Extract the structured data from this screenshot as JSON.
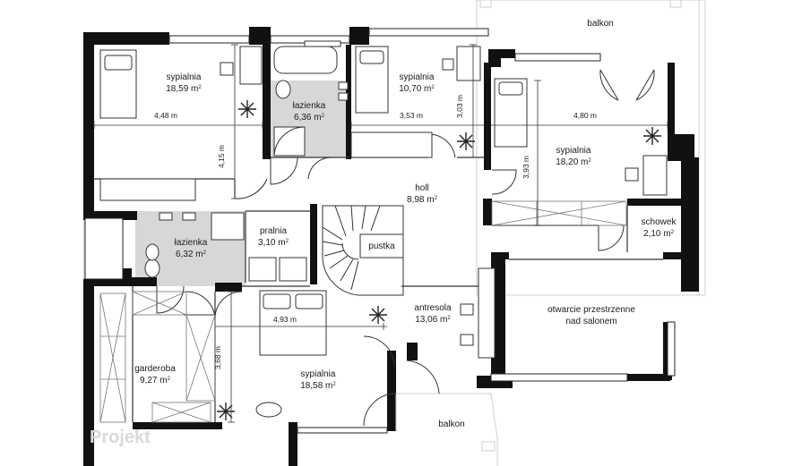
{
  "rooms": [
    {
      "id": "sypialnia-1",
      "name": "sypialnia",
      "area": "18,59 m",
      "unit_sup": "2"
    },
    {
      "id": "lazienka-1",
      "name": "łazienka",
      "area": "6,36 m",
      "unit_sup": "2"
    },
    {
      "id": "sypialnia-2",
      "name": "sypialnia",
      "area": "10,70 m",
      "unit_sup": "2"
    },
    {
      "id": "sypialnia-3",
      "name": "sypialnia",
      "area": "18,20 m",
      "unit_sup": "2"
    },
    {
      "id": "holl",
      "name": "holl",
      "area": "8,98 m",
      "unit_sup": "2"
    },
    {
      "id": "lazienka-2",
      "name": "łazienka",
      "area": "6,32 m",
      "unit_sup": "2"
    },
    {
      "id": "pralnia",
      "name": "pralnia",
      "area": "3,10 m",
      "unit_sup": "2"
    },
    {
      "id": "schowek",
      "name": "schowek",
      "area": "2,10 m",
      "unit_sup": "2"
    },
    {
      "id": "antresola",
      "name": "antresola",
      "area": "13,06 m",
      "unit_sup": "2"
    },
    {
      "id": "garderoba",
      "name": "garderoba",
      "area": "9,27 m",
      "unit_sup": "2"
    },
    {
      "id": "sypialnia-4",
      "name": "sypialnia",
      "area": "18,58 m",
      "unit_sup": "2"
    }
  ],
  "labels": {
    "balkon_top": "balkon",
    "balkon_bottom": "balkon",
    "pustka": "pustka",
    "open_space_line1": "otwarcie przestrzenne",
    "open_space_line2": "nad salonem"
  },
  "dimensions": {
    "d448": "4,48 m",
    "d415": "4,15 m",
    "d353": "3,53 m",
    "d303": "3,03 m",
    "d480": "4,80 m",
    "d393": "3,93 m",
    "d493": "4,93 m",
    "d368": "3,68 m"
  },
  "watermark": "Projekt"
}
